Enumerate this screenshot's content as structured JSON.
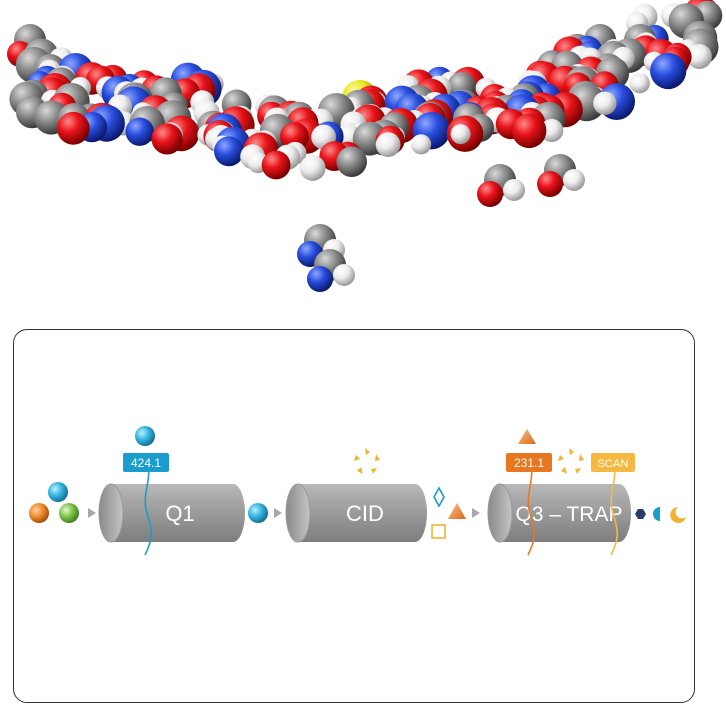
{
  "illustration": {
    "subject": "peptide-space-filling-model",
    "atom_colors": {
      "oxygen": "#e8141a",
      "carbon": "#8f8f8f",
      "hydrogen": "#f2f2f2",
      "nitrogen": "#2a4fe0",
      "sulfur": "#e6e619"
    }
  },
  "workflow": {
    "stages": [
      {
        "id": "q1",
        "label": "Q1"
      },
      {
        "id": "cid",
        "label": "CID"
      },
      {
        "id": "q3",
        "label": "Q3 – TRAP"
      }
    ],
    "filters": [
      {
        "id": "q1-filter",
        "label": "424.1",
        "color": "#1a9ccc"
      },
      {
        "id": "q3-filter",
        "label": "231.1",
        "color": "#e87722"
      },
      {
        "id": "scan",
        "label": "SCAN",
        "color": "#f5b942"
      }
    ],
    "colors": {
      "cylinder": "#9e9e9e",
      "arrow": "#a8a8a8",
      "ion_blue": "#32b4dd",
      "ion_orange": "#f08a2c",
      "ion_green": "#7ec24a",
      "fragment_yellow": "#f2b233",
      "fragment_navy": "#2a3a6a"
    }
  }
}
